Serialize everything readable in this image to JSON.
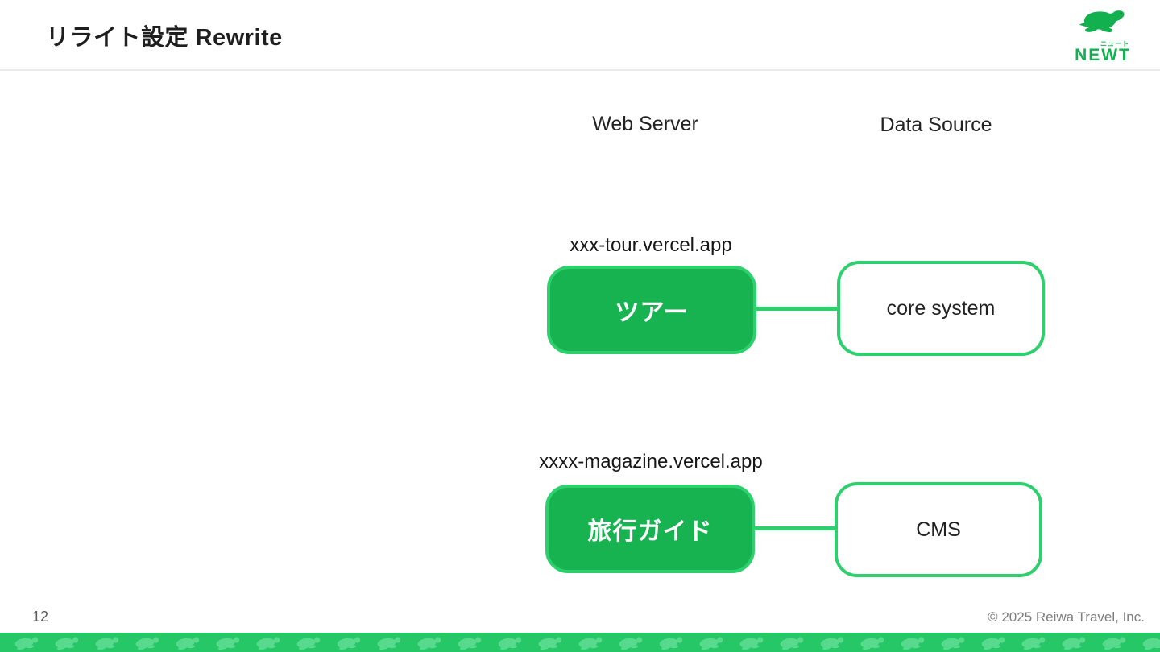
{
  "header": {
    "title": "リライト設定 Rewrite",
    "logo": {
      "brand": "NEWT",
      "kana": "ニュート"
    }
  },
  "diagram": {
    "columns": [
      {
        "label": "Web Server"
      },
      {
        "label": "Data Source"
      }
    ],
    "rows": [
      {
        "domain": "xxx-tour.vercel.app",
        "server": "ツアー",
        "source": "core system"
      },
      {
        "domain": "xxxx-magazine.vercel.app",
        "server": "旅行ガイド",
        "source": "CMS"
      }
    ]
  },
  "footer": {
    "page_number": "12",
    "copyright": "© 2025 Reiwa Travel, Inc."
  },
  "colors": {
    "brand_green": "#12b04e",
    "box_green": "#17b350",
    "border_green": "#2dd06c",
    "strip_green": "#26c767",
    "strip_pattern_green": "#58da8e"
  }
}
